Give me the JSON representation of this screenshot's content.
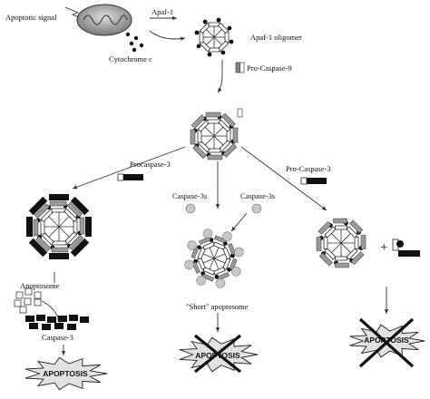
{
  "labels": {
    "apoptotic_signal": "Apoptotic signal",
    "apaf1": "Apaf-1",
    "cytochrome_c": "Cytochrome c",
    "apaf1_oligomer": "Apaf-1 oligomer",
    "pro_caspase9": "Pro-Caspase-9",
    "procaspase3_left": "Procaspase-3",
    "procaspase3_right": "Pro-Caspase-3",
    "caspase3s_left": "Caspase-3s",
    "caspase3s_right": "Caspase-3s",
    "apoptosome": "Apoptosome",
    "caspase3": "Caspase-3",
    "short_apoptosome": "\"Short\" apoptosome",
    "plus": "+"
  },
  "outcomes": {
    "left": "APOPTOSIS",
    "middle": "APOPTOSIS",
    "right": "APOPTOSIS"
  },
  "colors": {
    "black": "#111111",
    "dark_gray": "#666666",
    "gray": "#9a9a9a",
    "light_gray": "#c8c8c8",
    "burst_fill": "#e2e2e2"
  }
}
